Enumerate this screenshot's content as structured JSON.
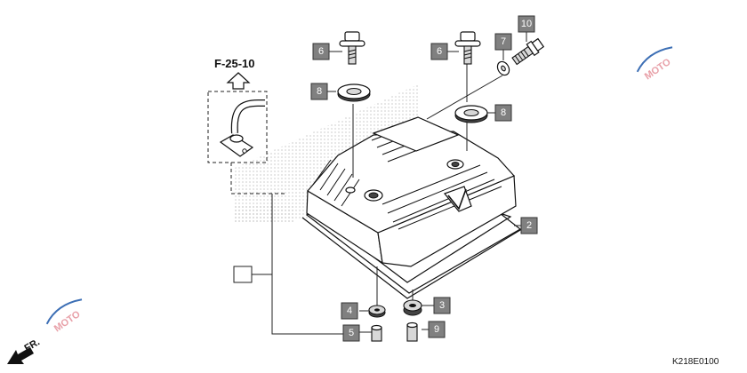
{
  "reference": {
    "label": "F-25-10"
  },
  "diagram_code": "K218E0100",
  "direction": {
    "label": "FR."
  },
  "watermark": {
    "text": "MOTO"
  },
  "callouts": [
    {
      "id": "callout-2",
      "label": "2"
    },
    {
      "id": "callout-3",
      "label": "3"
    },
    {
      "id": "callout-4",
      "label": "4"
    },
    {
      "id": "callout-5",
      "label": "5"
    },
    {
      "id": "callout-6a",
      "label": "6"
    },
    {
      "id": "callout-6b",
      "label": "6"
    },
    {
      "id": "callout-7",
      "label": "7"
    },
    {
      "id": "callout-8a",
      "label": "8"
    },
    {
      "id": "callout-8b",
      "label": "8"
    },
    {
      "id": "callout-9",
      "label": "9"
    },
    {
      "id": "callout-10",
      "label": "10"
    },
    {
      "id": "callout-blank",
      "label": ""
    }
  ],
  "colors": {
    "callout_fill": "#808080",
    "line": "#111111",
    "watermark": "#e8a0a8"
  }
}
